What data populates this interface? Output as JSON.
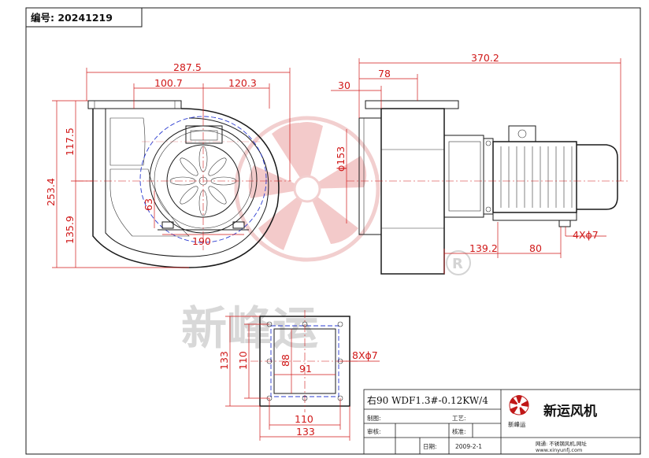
{
  "header": {
    "serial_label": "编号: 20241219"
  },
  "watermark": {
    "text": "新峰运",
    "registered_mark": "®"
  },
  "front_view": {
    "dim_total_width": "287.5",
    "dim_left_width": "100.7",
    "dim_right_width": "120.3",
    "dim_total_height": "253.4",
    "dim_upper_height": "117.5",
    "dim_lower_height": "135.9",
    "dim_inlet_diameter": "63",
    "dim_base_width": "190"
  },
  "side_view": {
    "dim_total_length": "370.2",
    "dim_flange_offset": "78",
    "dim_flange_thickness": "30",
    "dim_inlet_diameter": "ϕ153",
    "dim_motor_foot": "139.2",
    "dim_foot_spacing": "80",
    "dim_foot_holes": "4Xϕ7"
  },
  "flange_view": {
    "dim_outer_height": "133",
    "dim_inner_height": "110",
    "dim_opening_height": "88",
    "dim_opening_width": "91",
    "dim_holes": "8Xϕ7",
    "dim_inner_width": "110",
    "dim_outer_width": "133"
  },
  "title_block": {
    "model": "右90 WDF1.3#-0.12KW/4",
    "label_drawn": "制图:",
    "label_checked": "审核:",
    "label_date": "日期:",
    "label_process": "工艺:",
    "label_approved": "核准:",
    "date_value": "2009-2-1",
    "logo_text": "新峰运",
    "company_name": "新运风机",
    "website_line1": "网通: 不锈钢风机,网址",
    "website_line2": "www.xinyunfj.com"
  },
  "colors": {
    "dimension": "#d01818",
    "outline": "#1a1a1a",
    "hidden_line": "#2a3bd0",
    "watermark": "#e8b4b4"
  }
}
